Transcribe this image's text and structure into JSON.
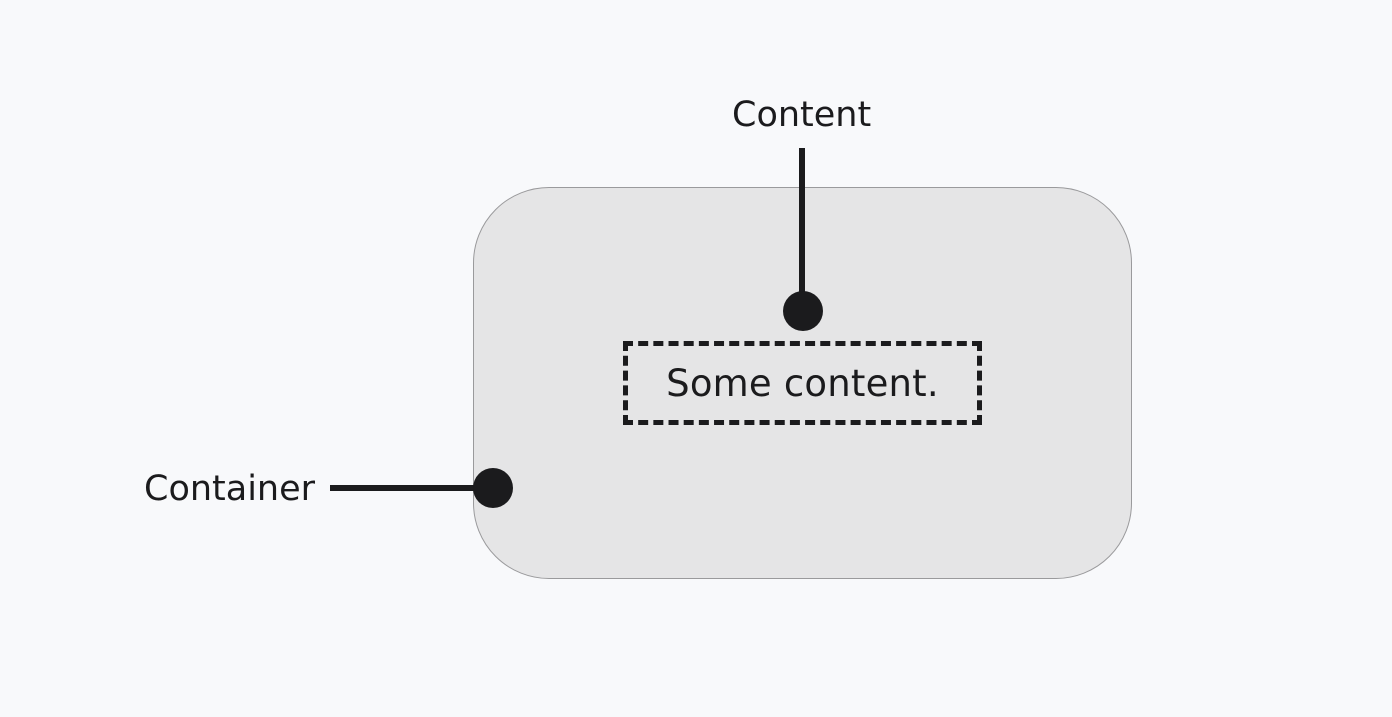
{
  "callouts": {
    "content_label": "Content",
    "container_label": "Container"
  },
  "diagram": {
    "content_text": "Some content."
  },
  "colors": {
    "background": "#f8f9fb",
    "container_fill": "#e5e5e6",
    "ink": "#1b1b1d"
  }
}
